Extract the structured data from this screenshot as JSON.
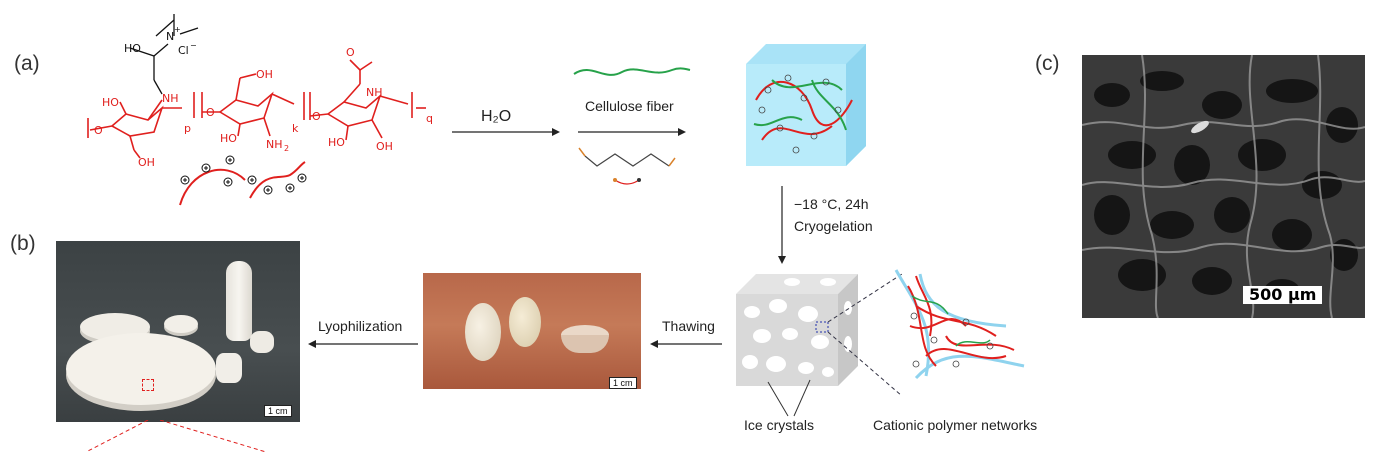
{
  "panels": {
    "a": "(a)",
    "b": "(b)",
    "c": "(c)"
  },
  "chemistry": {
    "methyl_quat": "N",
    "quat_charge": "+",
    "chloride": "Cl",
    "chloride_charge": "−",
    "ho_top": "HO",
    "nh_left": "NH",
    "ho_left": "HO",
    "oh_left": "OH",
    "sub_p": "p",
    "oh_mid_top": "OH",
    "ho_mid": "HO",
    "nh2": "NH",
    "nh2_sub": "2",
    "sub_k": "k",
    "nh_right": "NH",
    "ho_right": "HO",
    "oh_right": "OH",
    "sub_q": "q",
    "o_acetyl": "O",
    "o_link1": "O",
    "o_link2": "O",
    "o_link3": "O"
  },
  "steps": {
    "water": "H₂O",
    "cellulose_fiber": "Cellulose fiber",
    "cryo_temp": "−18 °C, 24h",
    "cryo_label": "Cryogelation",
    "thawing": "Thawing",
    "lyophilization": "Lyophilization"
  },
  "legend": {
    "ice_crystals": "Ice crystals",
    "networks": "Cationic polymer networks"
  },
  "scale_bars": {
    "photo_b": "1 cm",
    "photo_thaw": "1 cm",
    "sem": "500 μm"
  },
  "colors": {
    "polymer_red": "#e0201e",
    "fiber_green": "#27a24a",
    "cube_blue": "#a9e3f7",
    "aldehyde_orange": "#d9822b",
    "network_blue": "#8fd3ee"
  },
  "icons": [
    "cationic-chain-icon",
    "hydrogel-cube-icon",
    "cryogel-cube-icon",
    "pore-network-icon",
    "glutaraldehyde-icon"
  ]
}
